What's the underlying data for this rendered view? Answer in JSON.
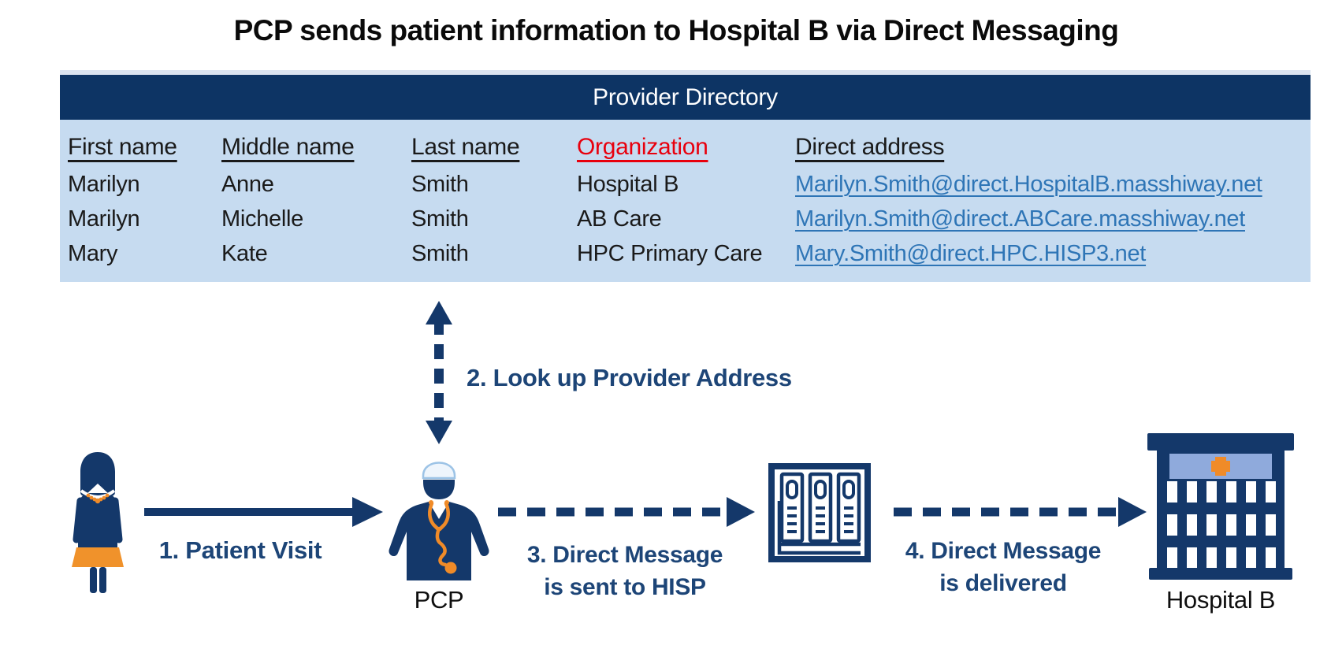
{
  "title": "PCP sends patient information to Hospital B via Direct Messaging",
  "directory": {
    "header": "Provider Directory",
    "columns": [
      "First name",
      "Middle name",
      "Last name",
      "Organization",
      "Direct address"
    ],
    "rows": [
      [
        "Marilyn",
        "Anne",
        "Smith",
        "Hospital B",
        "Marilyn.Smith@direct.HospitalB.masshiway.net"
      ],
      [
        "Marilyn",
        "Michelle",
        "Smith",
        "AB Care",
        "Marilyn.Smith@direct.ABCare.masshiway.net"
      ],
      [
        "Mary",
        "Kate",
        "Smith",
        "HPC Primary Care",
        "Mary.Smith@direct.HPC.HISP3.net"
      ]
    ]
  },
  "flow": {
    "step1_label": "1. Patient Visit",
    "step2_label": "2. Look up Provider Address",
    "step3_line1": "3. Direct Message",
    "step3_line2": "is sent to HISP",
    "step4_line1": "4. Direct Message",
    "step4_line2": "is delivered",
    "pcp_label": "PCP",
    "hospital_label": "Hospital B"
  },
  "colors": {
    "header_navy": "#0d3464",
    "table_blue": "#c6dbf0",
    "link_blue": "#2e75b6",
    "organization_red": "#e8000d",
    "label_navy": "#1d4577",
    "icon_navy": "#14386a",
    "accent_orange": "#f08b28",
    "hospital_band_blue": "#8faadc",
    "cap_outline_blue": "#9cc3e6"
  }
}
